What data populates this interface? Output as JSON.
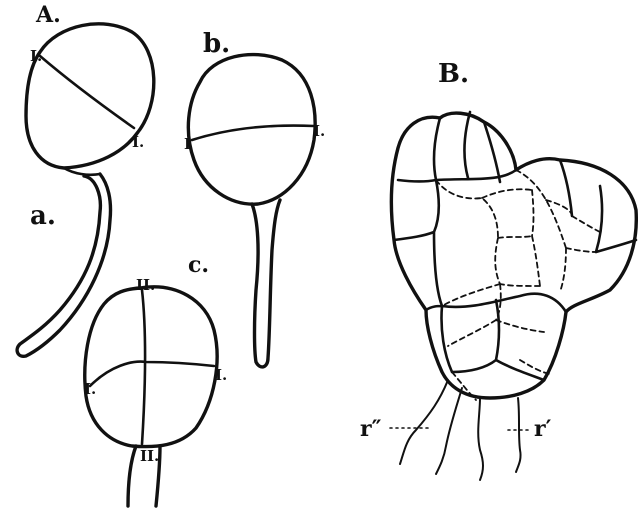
{
  "figure": {
    "panel_A": {
      "label": "A.",
      "sub_a": {
        "label": "a.",
        "wall_mark_left": "I.",
        "wall_mark_right": "I."
      },
      "sub_b": {
        "label": "b.",
        "wall_mark_left": "I",
        "wall_mark_right": "I."
      },
      "sub_c": {
        "label": "c.",
        "wall_mark_top": "II.",
        "wall_mark_bottom": "II.",
        "wall_mark_left": "I.",
        "wall_mark_right": "I."
      }
    },
    "panel_B": {
      "label": "B.",
      "rhizoid_left": "r″",
      "rhizoid_right": "r′"
    }
  }
}
